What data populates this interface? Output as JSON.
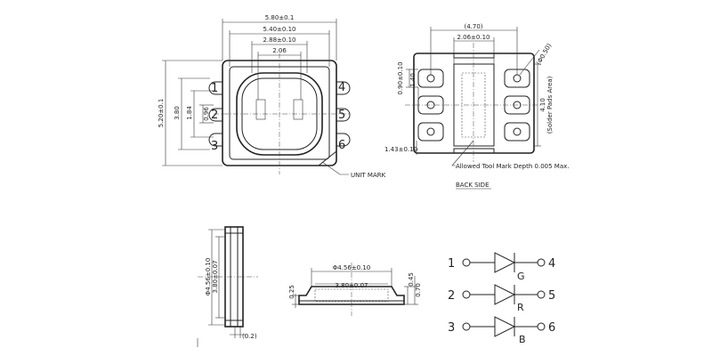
{
  "top_view": {
    "dims": {
      "w_outer": "5.80±0.1",
      "w_inner": "5.40±0.10",
      "w_lens": "2.88±0.10",
      "w_chip": "2.06",
      "h_outer": "5.20±0.1",
      "h_pitch": "3.80",
      "h_mid": "1.84",
      "h_pad": "0.96"
    },
    "pins": [
      "1",
      "2",
      "3",
      "4",
      "5",
      "6"
    ],
    "unit_mark": "UNIT MARK"
  },
  "back_side": {
    "dims": {
      "w_total": "(4.70)",
      "w_pad": "2.06±0.10",
      "diam": "(Φ0.50)",
      "h1": "0.90±0.10",
      "h2": "1.40",
      "h_side": "4.10",
      "h_side_note": "(Solder Pads Area)",
      "h_bottom": "1.43±0.10"
    },
    "note": "Allowed Tool Mark Depth 0.005 Max.",
    "title": "BACK SIDE"
  },
  "side_view": {
    "dims": {
      "h_outer": "Φ4.56±0.10",
      "h_inner": "3.80±0.07",
      "t": "(0.2)"
    }
  },
  "front_view": {
    "dims": {
      "w_outer": "Φ4.56±0.10",
      "w_inner": "3.80±0.07",
      "h_left": "0.25",
      "h_right1": "0.45",
      "h_right2": "0.70"
    }
  },
  "schematic": {
    "rows": [
      {
        "left": "1",
        "color": "G",
        "right": "4"
      },
      {
        "left": "2",
        "color": "R",
        "right": "5"
      },
      {
        "left": "3",
        "color": "B",
        "right": "6"
      }
    ]
  }
}
